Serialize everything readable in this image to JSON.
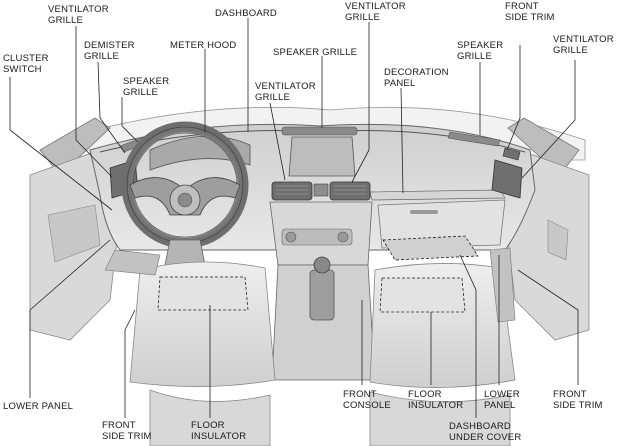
{
  "labels": {
    "ventilator_grille_left": "VENTILATOR\nGRILLE",
    "dashboard": "DASHBOARD",
    "ventilator_grille_top": "VENTILATOR\nGRILLE",
    "front_side_trim_top": "FRONT\nSIDE TRIM",
    "ventilator_grille_right": "VENTILATOR\nGRILLE",
    "cluster_switch": "CLUSTER\nSWITCH",
    "demister_grille": "DEMISTER\nGRILLE",
    "meter_hood": "METER HOOD",
    "speaker_grille_center": "SPEAKER GRILLE",
    "speaker_grille_right": "SPEAKER\nGRILLE",
    "speaker_grille_left": "SPEAKER\nGRILLE",
    "decoration_panel": "DECORATION\nPANEL",
    "ventilator_grille_center": "VENTILATOR\nGRILLE",
    "lower_panel_left": "LOWER PANEL",
    "front_side_trim_bottom_left": "FRONT\nSIDE TRIM",
    "floor_insulator_left": "FLOOR\nINSULATOR",
    "front_console": "FRONT\nCONSOLE",
    "floor_insulator_right": "FLOOR\nINSULATOR",
    "dashboard_under_cover": "DASHBOARD\nUNDER COVER",
    "lower_panel_right": "LOWER\nPANEL",
    "front_side_trim_bottom_right": "FRONT\nSIDE TRIM"
  }
}
